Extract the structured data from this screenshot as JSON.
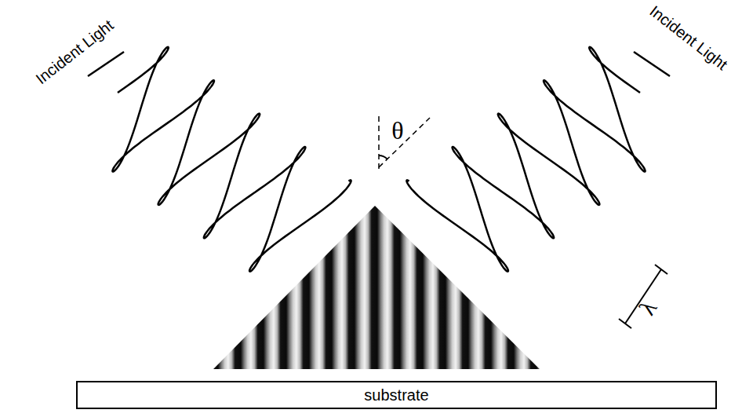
{
  "diagram": {
    "nodes": [
      {
        "text": [
          "substrate"
        ]
      }
    ],
    "labels": [
      "Incident Light",
      "Incident Light",
      "θ",
      "λ"
    ]
  }
}
